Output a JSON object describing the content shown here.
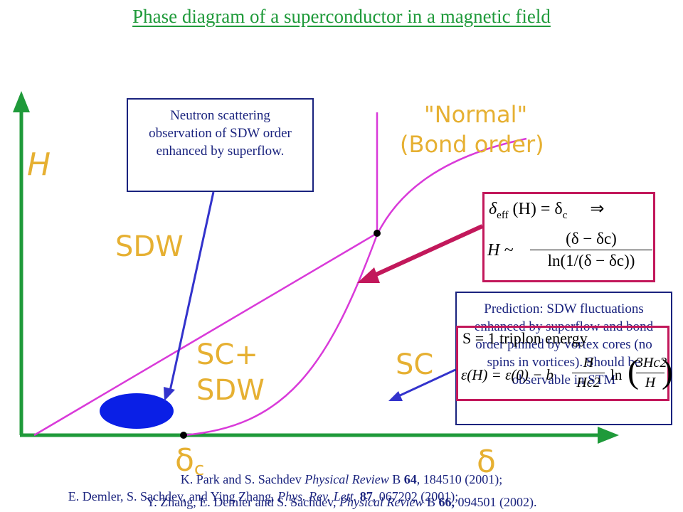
{
  "title": "Phase diagram of a superconductor in a magnetic field",
  "axes": {
    "y_label": "H",
    "x_label": "δ",
    "x_mark": "δ",
    "x_mark_sub": "c"
  },
  "regions": {
    "normal_line1": "\"Normal\"",
    "normal_line2": "(Bond order)",
    "sdw": "SDW",
    "sc_sdw_line1": "SC+",
    "sc_sdw_line2": "SDW",
    "sc": "SC"
  },
  "notes": {
    "neutron": "Neutron scattering observation of SDW order enhanced by superflow.",
    "prediction": "Prediction: SDW fluctuations enhanced by superflow and bond order pinned by vortex cores (no spins in vortices). Should be observable in STM"
  },
  "formula_top": {
    "lhs": "δ",
    "lhs_sub": "eff",
    "mid": "(H) = δ",
    "mid_sub": "c",
    "implies": "⇒",
    "h_sim": "H ~",
    "numerator": "(δ − δc)",
    "denominator": "ln(1/(δ − δc))"
  },
  "formula_bottom": {
    "line1": "S = 1 triplon energy",
    "line2_lhs": "ε(H) = ε(0) − b",
    "frac1_num": "H",
    "frac1_den": "Hc2",
    "ln": "ln",
    "frac2_num": "3Hc2",
    "frac2_den": "H"
  },
  "references": {
    "line1_authors": "K. Park and S. Sachdev",
    "line1_journal": "Physical Review",
    "line1_series": "B",
    "line1_vol": "64",
    "line1_rest": ", 184510 (2001);",
    "line2_authors": "E. Demler, S. Sachdev, and Ying Zhang,",
    "line2_journal": "Phys. Rev. Lett.",
    "line2_vol": "87",
    "line2_rest": ", 067202 (2001);",
    "line3_authors": "Y. Zhang, E. Demler and S. Sachdev,",
    "line3_journal": "Physical Review",
    "line3_series": "B",
    "line3_vol": "66,",
    "line3_rest": " 094501 (2002)."
  },
  "colors": {
    "axis": "#1f9a3a",
    "curve": "#d93ad9",
    "region_text": "#e6b032",
    "note_border": "#1a237e",
    "formula_border": "#c2185b",
    "arrow_blue": "#3333cc",
    "ellipse": "#0a1fe6"
  }
}
